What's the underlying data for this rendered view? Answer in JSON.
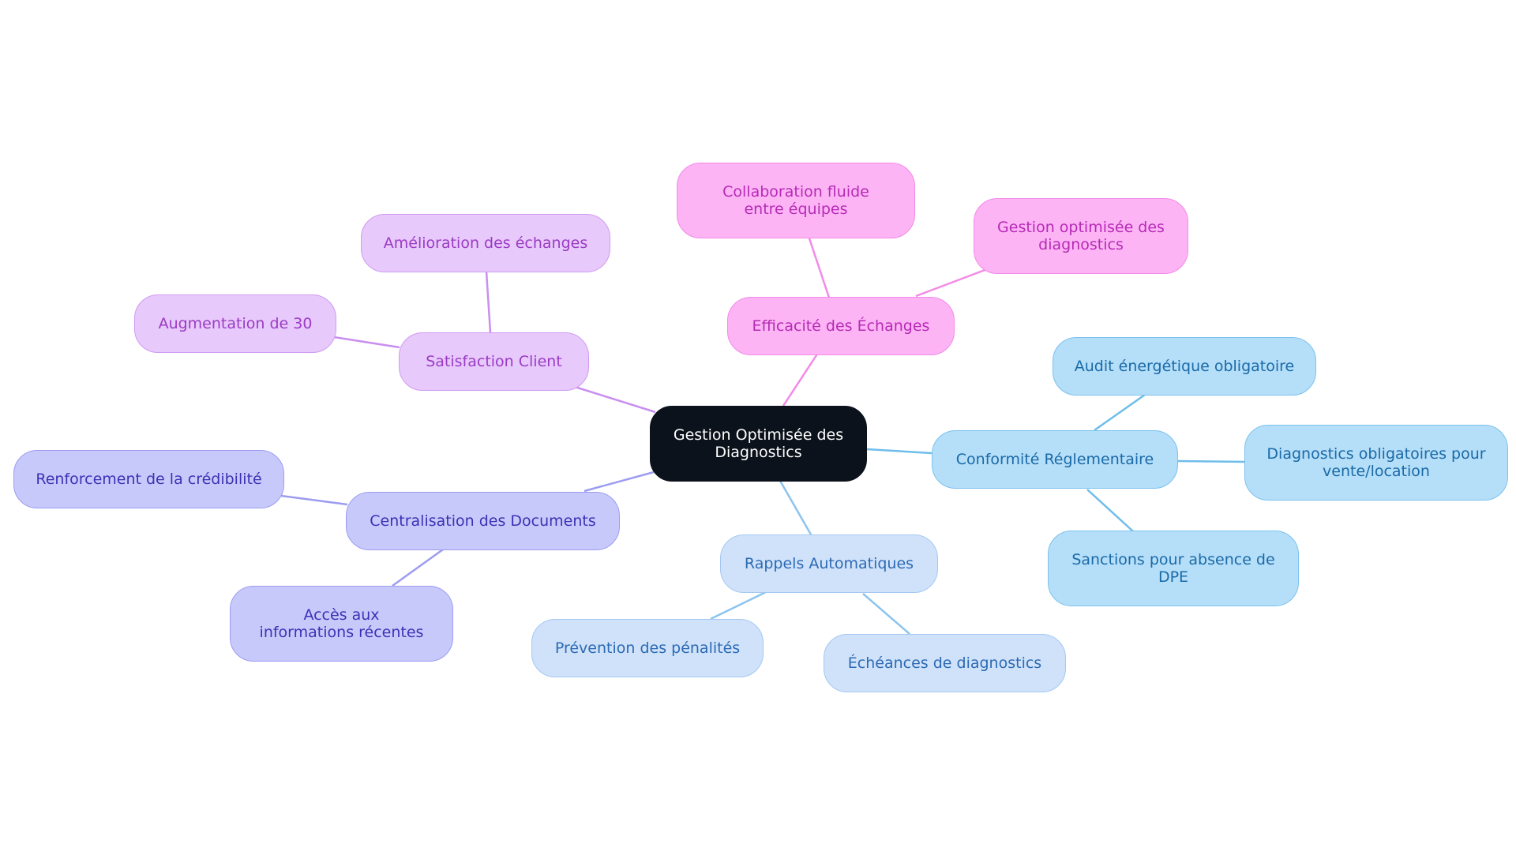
{
  "diagram": {
    "root": "Gestion Optimisée des Diagnostics",
    "branches": [
      {
        "label": "Efficacité des Échanges",
        "color": "#fdb4f5",
        "children": [
          "Collaboration fluide entre équipes",
          "Gestion optimisée des diagnostics"
        ]
      },
      {
        "label": "Satisfaction Client",
        "color": "#e7c9fb",
        "children": [
          "Amélioration des échanges",
          "Augmentation de 30"
        ]
      },
      {
        "label": "Centralisation des Documents",
        "color": "#c8c9fb",
        "children": [
          "Renforcement de la crédibilité",
          "Accès aux informations récentes"
        ]
      },
      {
        "label": "Rappels Automatiques",
        "color": "#cfe2fa",
        "children": [
          "Prévention des pénalités",
          "Échéances de diagnostics"
        ]
      },
      {
        "label": "Conformité Réglementaire",
        "color": "#b5def8",
        "children": [
          "Audit énergétique obligatoire",
          "Diagnostics obligatoires pour vente/location",
          "Sanctions pour absence de DPE"
        ]
      }
    ]
  }
}
